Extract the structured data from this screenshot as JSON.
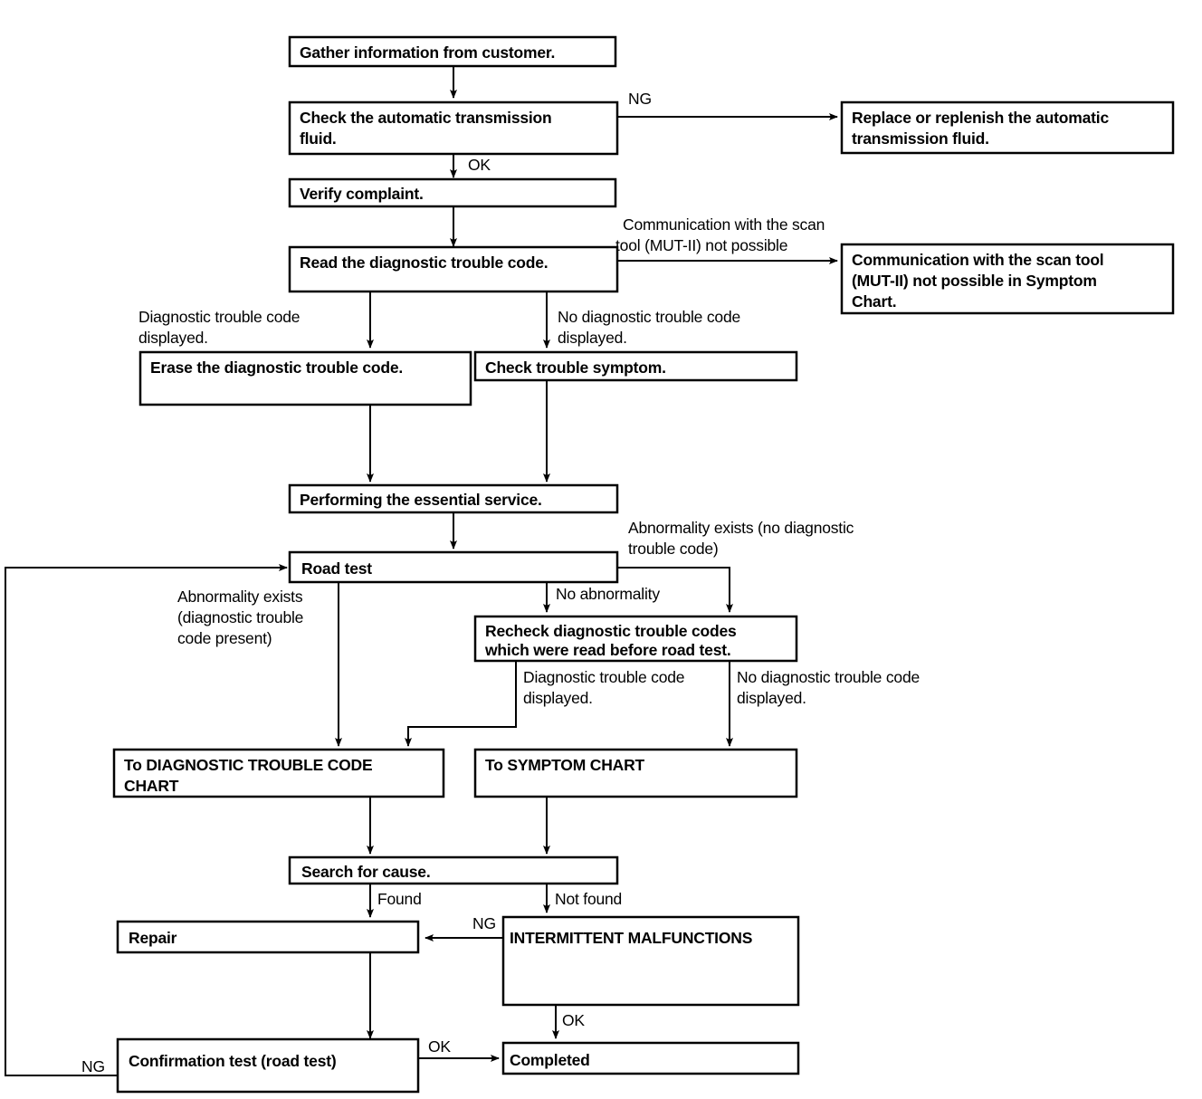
{
  "diagram": {
    "title": "Automatic Transmission Troubleshooting Flow",
    "type": "flowchart",
    "colors": {
      "background": "#ffffff",
      "box_fill": "#ffffff",
      "box_stroke": "#000000",
      "text": "#000000",
      "connector": "#000000"
    }
  },
  "nodes": {
    "gather": "Gather information from customer.",
    "check_fluid_l1": "Check the automatic transmission",
    "check_fluid_l2": "fluid.",
    "replace_fluid_l1": "Replace or replenish the automatic",
    "replace_fluid_l2": "transmission fluid.",
    "verify": "Verify complaint.",
    "read_dtc": "Read the diagnostic trouble code.",
    "comm_box_l1": "Communication with the scan tool",
    "comm_box_l2": "(MUT-II) not possible in Symptom",
    "comm_box_l3": "Chart.",
    "erase_dtc": "Erase the diagnostic trouble code.",
    "check_symptom": "Check trouble symptom.",
    "performing": "Performing the essential service.",
    "road_test": "Road test",
    "recheck_l1": "Recheck diagnostic trouble codes",
    "recheck_l2": "which were read before road test.",
    "to_dtc_chart_l1": "To DIAGNOSTIC TROUBLE CODE",
    "to_dtc_chart_l2": "CHART",
    "to_symptom_chart": "To SYMPTOM CHART",
    "search_cause": "Search for cause.",
    "repair": "Repair",
    "intermittent": "INTERMITTENT MALFUNCTIONS",
    "confirmation": "Confirmation test (road test)",
    "completed": "Completed"
  },
  "edge_labels": {
    "ng_fluid": "NG",
    "ok_fluid": "OK",
    "comm_label_l1": "Communication with the scan",
    "comm_label_l2": "tool (MUT-II) not possible",
    "dtc_displayed_l1": "Diagnostic trouble code",
    "dtc_displayed_l2": "displayed.",
    "no_dtc_displayed_l1": "No diagnostic trouble code",
    "no_dtc_displayed_l2": "displayed.",
    "abnormality_nodtc_l1": "Abnormality exists (no diagnostic",
    "abnormality_nodtc_l2": "trouble code)",
    "abnormality_dtc_l1": "Abnormality exists",
    "abnormality_dtc_l2": "(diagnostic trouble",
    "abnormality_dtc_l3": "code present)",
    "no_abnormality": "No abnormality",
    "recheck_dtc_displayed_l1": "Diagnostic trouble code",
    "recheck_dtc_displayed_l2": "displayed.",
    "recheck_no_dtc_l1": "No diagnostic trouble code",
    "recheck_no_dtc_l2": "displayed.",
    "found": "Found",
    "not_found": "Not found",
    "ng_intermittent": "NG",
    "ok_intermittent": "OK",
    "ok_confirmation": "OK",
    "ng_confirmation": "NG"
  }
}
